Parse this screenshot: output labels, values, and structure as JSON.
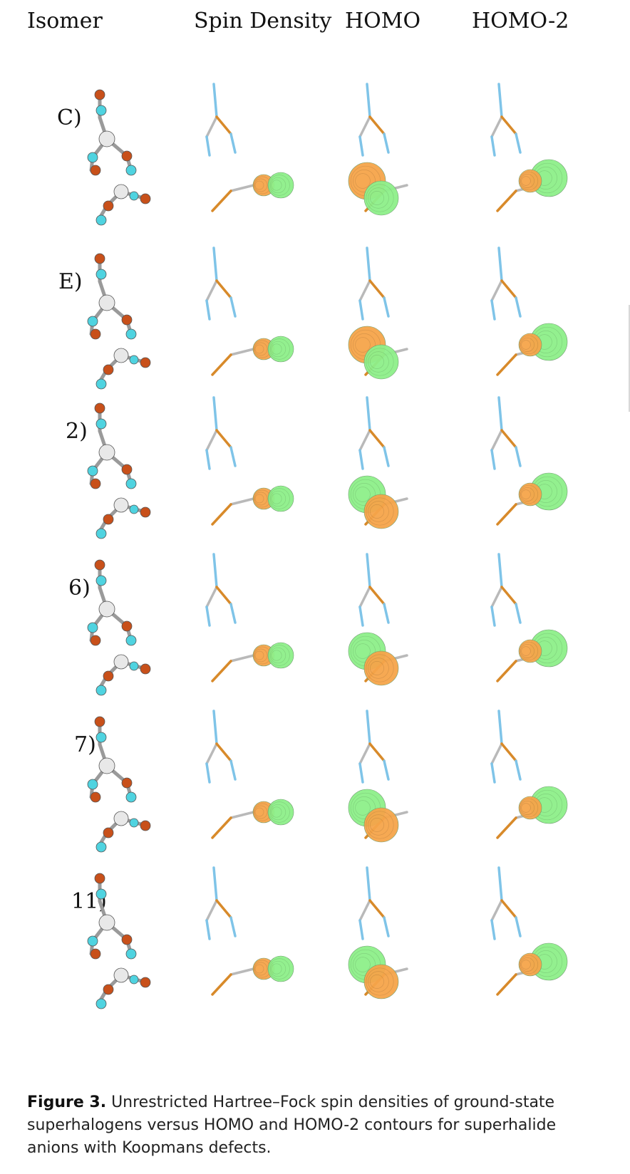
{
  "headers": {
    "isomer": "Isomer",
    "spin_density": "Spin Density",
    "homo": "HOMO",
    "homo2": "HOMO-2"
  },
  "rows": [
    {
      "label": "C)",
      "blobs": {
        "spin": [
          "orange",
          "green"
        ],
        "homo": [
          "orange",
          "green"
        ],
        "homo2": [
          "green",
          "orange"
        ]
      }
    },
    {
      "label": "E)",
      "blobs": {
        "spin": [
          "orange",
          "green"
        ],
        "homo": [
          "orange",
          "green"
        ],
        "homo2": [
          "green",
          "orange"
        ]
      }
    },
    {
      "label": "2)",
      "blobs": {
        "spin": [
          "orange",
          "green"
        ],
        "homo": [
          "green",
          "orange"
        ],
        "homo2": [
          "green",
          "orange"
        ]
      }
    },
    {
      "label": "6)",
      "blobs": {
        "spin": [
          "orange",
          "green"
        ],
        "homo": [
          "green",
          "orange"
        ],
        "homo2": [
          "green",
          "orange"
        ]
      }
    },
    {
      "label": "7)",
      "blobs": {
        "spin": [
          "orange",
          "green"
        ],
        "homo": [
          "green",
          "orange"
        ],
        "homo2": [
          "green",
          "orange"
        ]
      }
    },
    {
      "label": "11)",
      "blobs": {
        "spin": [
          "orange",
          "green"
        ],
        "homo": [
          "green",
          "orange"
        ],
        "homo2": [
          "green",
          "orange"
        ]
      }
    }
  ],
  "caption": {
    "figure_label": "Figure 3.",
    "text": "Unrestricted Hartree–Fock spin densities of ground-state superhalogens versus HOMO and HOMO-2 contours for superhalide anions with Koopmans defects."
  },
  "colors": {
    "orange_atom": "#c8501a",
    "cyan_atom": "#4fd3e0",
    "white_atom": "#e8e8e8",
    "orange_lobe": "#f6a54a",
    "green_lobe": "#8ef08a",
    "stick_grey": "#b9b9b9",
    "stick_orange": "#d88a2a",
    "stick_blue": "#7fc4e8"
  }
}
